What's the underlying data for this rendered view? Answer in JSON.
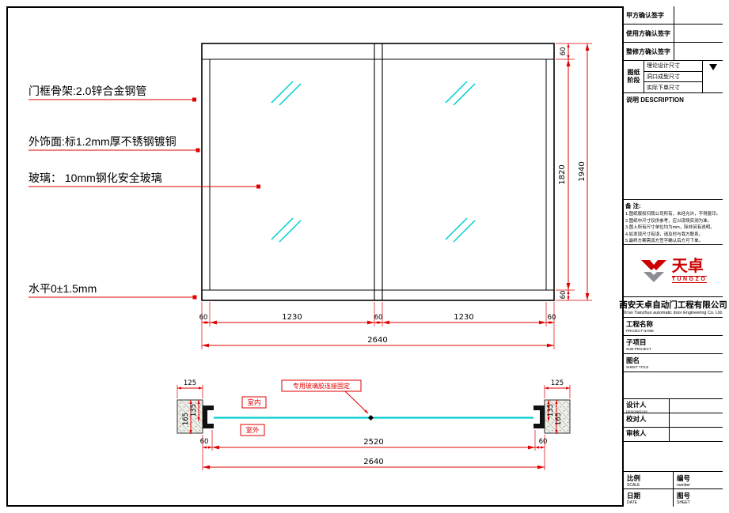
{
  "annotations": {
    "frame": "门框骨架:2.0锌合金钢管",
    "finish": "外饰面:标1.2mm厚不锈钢镀铜",
    "glass": "玻璃： 10mm钢化安全玻璃",
    "level": "水平0±1.5mm"
  },
  "elevation": {
    "dim_top": "60",
    "dim_mid": "1820",
    "dim_bottom": "60",
    "dim_height": "1940",
    "dim_w1": "60",
    "dim_w2": "1230",
    "dim_w3": "60",
    "dim_w4": "1230",
    "dim_w5": "60",
    "dim_width": "2640"
  },
  "section": {
    "glue_label": "专用玻璃胶连接固定",
    "indoor": "室内",
    "outdoor": "室外",
    "dim_wall_left": "125",
    "dim_wall_right": "125",
    "dim_135_left": "135",
    "dim_165_left": "165",
    "dim_135_right": "135",
    "dim_165_right": "165",
    "dim_60_left": "60",
    "dim_60_right": "60",
    "dim_clear": "2520",
    "dim_total": "2640"
  },
  "titleblock": {
    "sign_rows": [
      "甲方确认签字",
      "使用方确认签字",
      "整修方确认签字"
    ],
    "stage_label_1": "图纸",
    "stage_label_2": "阶段",
    "stage_options": [
      "理论设计尺寸",
      "洞口成型尺寸",
      "实际下单尺寸"
    ],
    "description_label": "说明 DESCRIPTION",
    "notes_label": "备  注:",
    "notes": [
      "1.图纸版权归我公司所有，未经允许，不得复印。",
      "2.图纸中尺寸仅供参考，应以现场实测为准。",
      "3.图上所有尺寸单位均为mm，除非另有说明。",
      "4.如发现尺寸有误，请及时与我方联系。",
      "5.最终方案需双方签字确认后方可下单。"
    ],
    "logo_cn": "天卓",
    "logo_en": "TUNGZO",
    "company_cn": "西安天卓自动门工程有限公司",
    "company_en": "Xi'an Tianzhuo automatic door Engineering Co. Ltd.",
    "project_label_cn": "工程名称",
    "project_label_en": "PROJECT NAME",
    "subproject_label_cn": "子项目",
    "subproject_label_en": "SUB-PROJECT",
    "sheetname_label_cn": "图名",
    "sheetname_label_en": "SHEET TITLE",
    "designer_cn": "设计人",
    "designer_en": "DESIGNED BY",
    "checker_cn": "校对人",
    "auditor_cn": "审核人",
    "scale_cn": "比例",
    "scale_en": "SCALE",
    "number_cn": "编号",
    "number_en": "number",
    "date_cn": "日期",
    "date_en": "DATE",
    "sheetno_cn": "图号",
    "sheetno_en": "SHEET"
  }
}
